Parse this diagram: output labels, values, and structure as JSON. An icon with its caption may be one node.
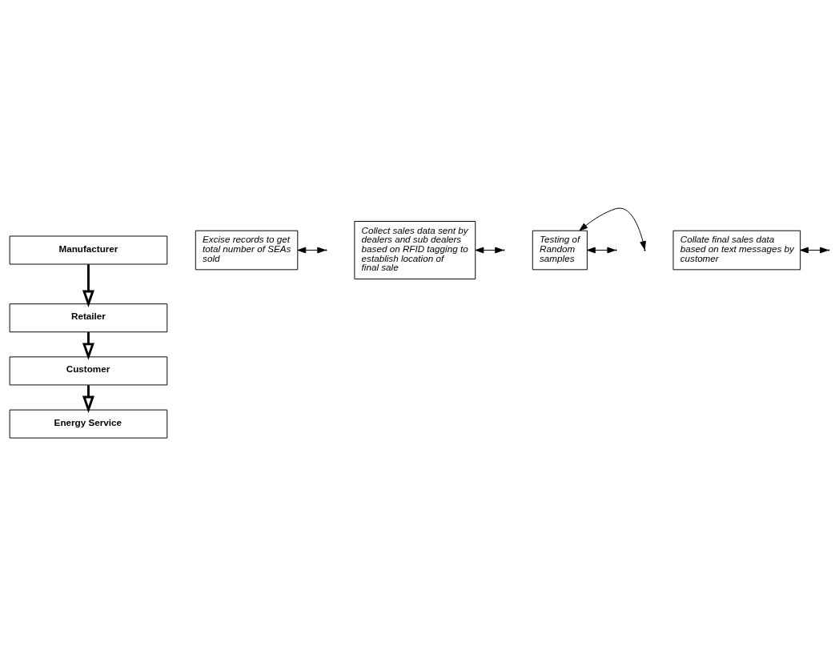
{
  "diagram": {
    "nodes": [
      {
        "text": [
          "Manufacturer"
        ]
      },
      {
        "text": [
          "Excise records to get total number of SEAs sold"
        ]
      },
      {
        "text": [
          "Retailer"
        ]
      },
      {
        "text": [
          "Collect sales data sent by dealers and sub dealers based on RFID tagging to establish location of final sale"
        ]
      },
      {
        "text": [
          "Testing of Random samples"
        ]
      },
      {
        "text": [
          "Customer"
        ]
      },
      {
        "text": [
          "Collate final sales data based on text messages by customer"
        ]
      },
      {
        "text": [
          "Energy Service"
        ]
      }
    ],
    "edges": [
      {
        "from": 0,
        "to": 2,
        "arrow": "to",
        "style": "thick"
      },
      {
        "from": 2,
        "to": 5,
        "arrow": "to",
        "style": "thick"
      },
      {
        "from": 5,
        "to": 7,
        "arrow": "to",
        "style": "thick"
      },
      {
        "from": 1,
        "to": null,
        "arrow": "both"
      },
      {
        "from": 3,
        "to": null,
        "arrow": "both"
      },
      {
        "from": 4,
        "to": null,
        "arrow": "both"
      },
      {
        "from": 6,
        "to": null,
        "arrow": "both"
      },
      {
        "from": 4,
        "to": null,
        "arrow": "both"
      }
    ]
  }
}
